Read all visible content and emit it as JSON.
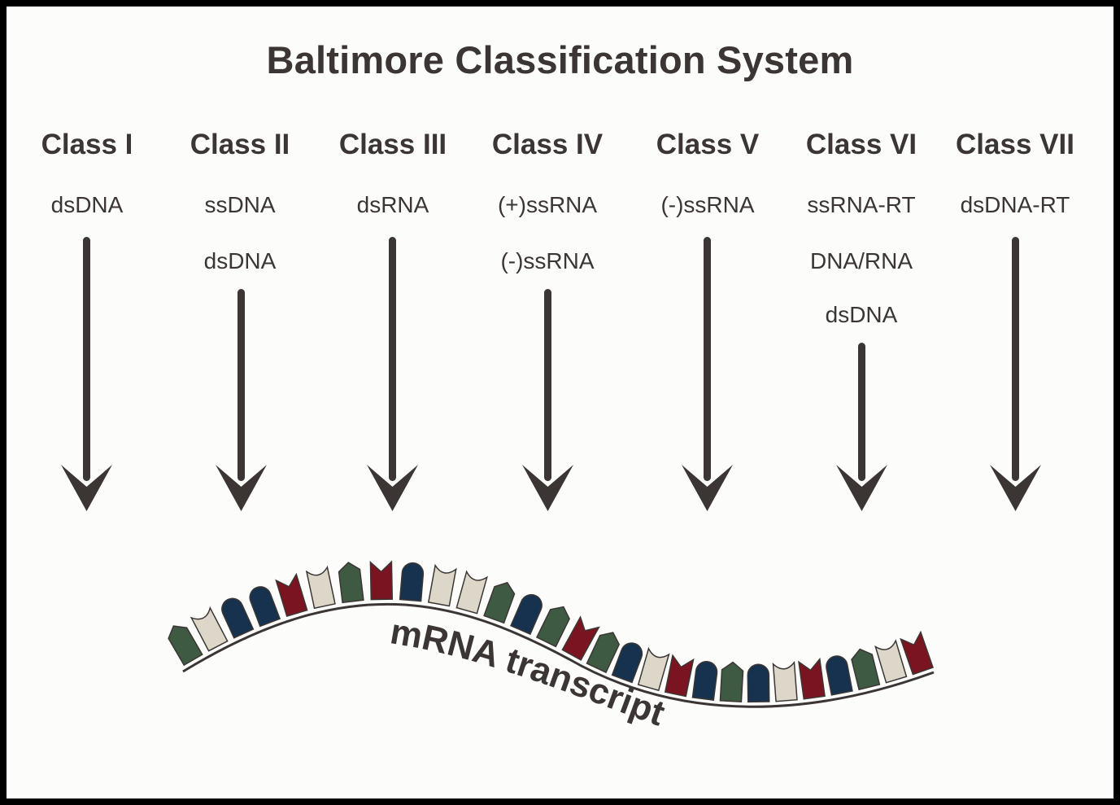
{
  "title": "Baltimore Classification System",
  "classes": [
    {
      "name": "Class I",
      "steps": [
        "dsDNA"
      ]
    },
    {
      "name": "Class II",
      "steps": [
        "ssDNA",
        "dsDNA"
      ]
    },
    {
      "name": "Class III",
      "steps": [
        "dsRNA"
      ]
    },
    {
      "name": "Class IV",
      "steps": [
        "(+)ssRNA",
        "(-)ssRNA"
      ]
    },
    {
      "name": "Class V",
      "steps": [
        "(-)ssRNA"
      ]
    },
    {
      "name": "Class VI",
      "steps": [
        "ssRNA-RT",
        "DNA/RNA",
        "dsDNA"
      ]
    },
    {
      "name": "Class VII",
      "steps": [
        "dsDNA-RT"
      ]
    }
  ],
  "mrna": {
    "label": "mRNA transcript",
    "colors": {
      "green": "#3f5a43",
      "blue": "#16324f",
      "red": "#7b1421",
      "beige": "#dcd7c8"
    },
    "nucleotides": [
      "green",
      "beige",
      "blue",
      "blue",
      "red",
      "beige",
      "green",
      "red",
      "blue",
      "beige",
      "beige",
      "green",
      "blue",
      "green",
      "red",
      "green",
      "blue",
      "beige",
      "red",
      "blue",
      "green",
      "blue",
      "beige",
      "red",
      "blue",
      "green",
      "beige",
      "red"
    ]
  },
  "colors": {
    "text": "#3b3634",
    "arrow": "#3b3634",
    "background": "#fcfcfb",
    "frame": "#000000"
  }
}
